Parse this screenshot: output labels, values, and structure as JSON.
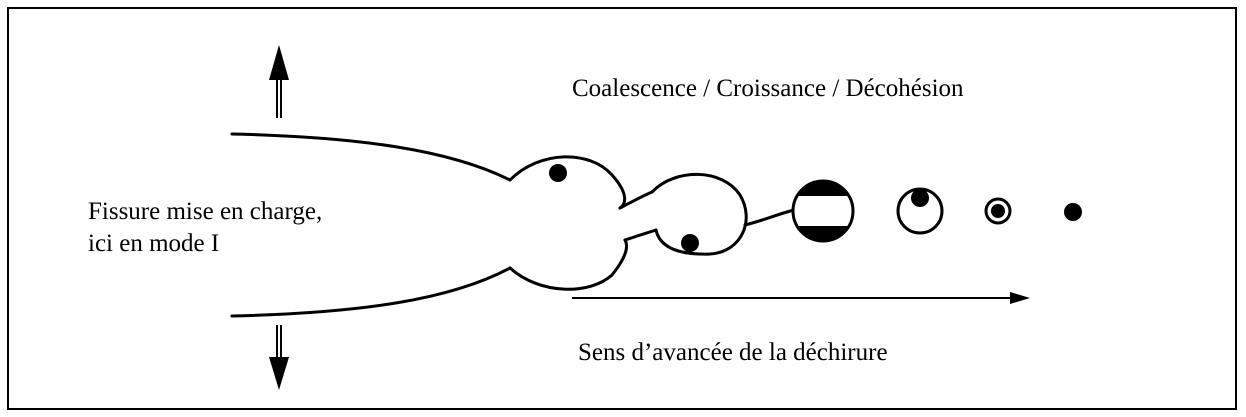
{
  "diagram": {
    "mechanisms_label": "Coalescence  /  Croissance  /  Décohésion",
    "crack_label_line1": "Fissure mise en charge,",
    "crack_label_line2": "ici en mode I",
    "direction_label": "Sens d’avancée de la déchirure",
    "stroke_color": "#000000",
    "fill_color": "#000000"
  }
}
